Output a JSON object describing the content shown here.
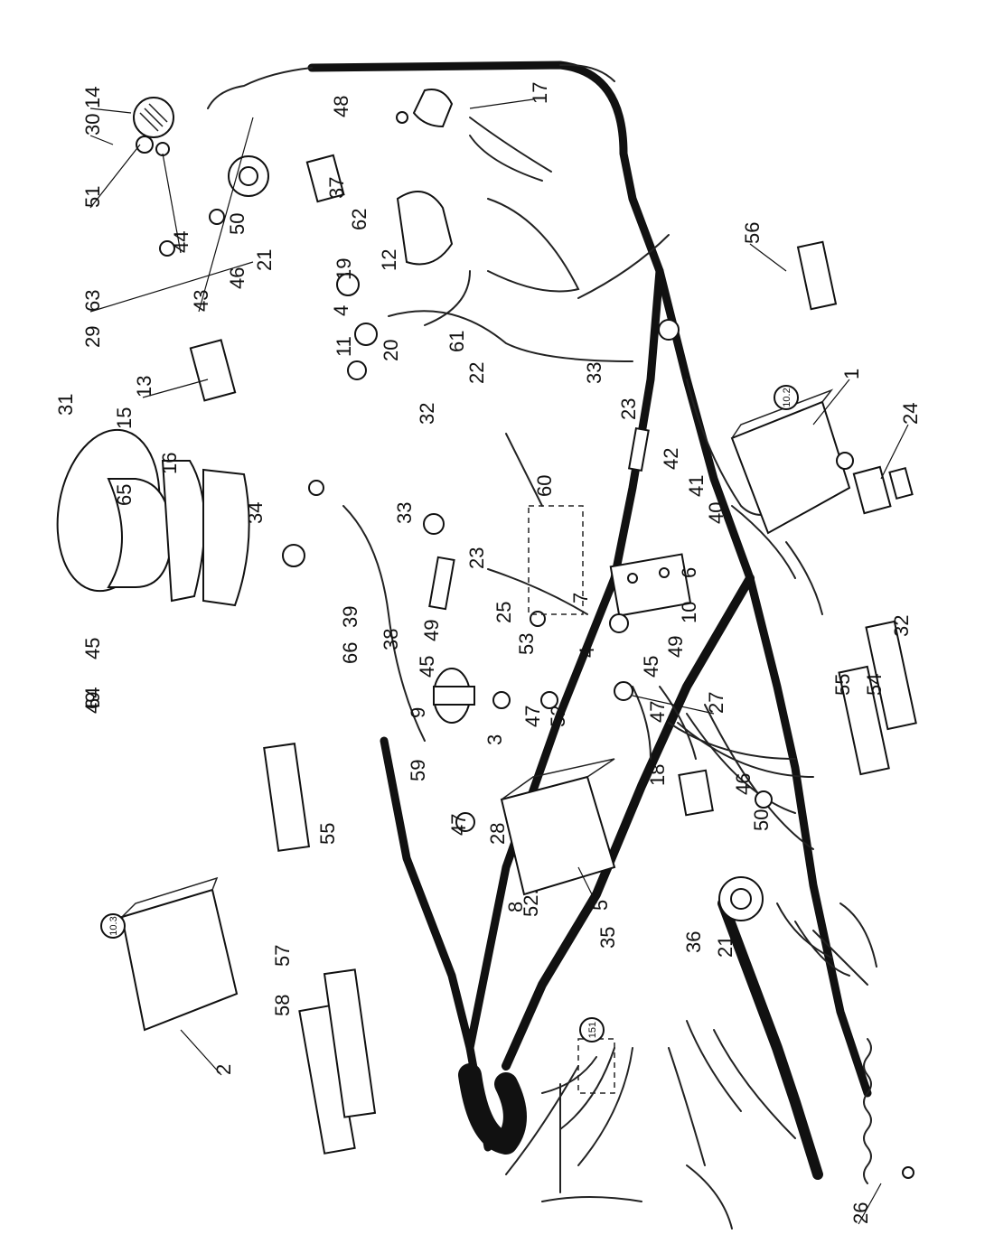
{
  "labels": {
    "l1": "1",
    "l2": "2",
    "l3": "3",
    "l4a": "4",
    "l4b": "4",
    "l5": "5",
    "l6": "6",
    "l7": "7",
    "l8": "8",
    "l9": "9",
    "l10": "10",
    "l11": "11",
    "l12": "12",
    "l13": "13",
    "l14": "14",
    "l15": "15",
    "l16": "16",
    "l17": "17",
    "l18": "18",
    "l19": "19",
    "l20": "20",
    "l21a": "21",
    "l21b": "21",
    "l22": "22",
    "l23a": "23",
    "l23b": "23",
    "l24": "24",
    "l25": "25",
    "l26": "26",
    "l27": "27",
    "l28": "28",
    "l29": "29",
    "l30": "30",
    "l31": "31",
    "l32a": "32",
    "l32b": "32",
    "l33a": "33",
    "l33b": "33",
    "l34": "34",
    "l35": "35",
    "l36": "36",
    "l37": "37",
    "l38": "38",
    "l39": "39",
    "l40": "40",
    "l41": "41",
    "l42": "42",
    "l43": "43",
    "l44": "44",
    "l45a": "45",
    "l45b": "45",
    "l45c": "45",
    "l46a": "46",
    "l46b": "46",
    "l47a": "47",
    "l47b": "47",
    "l47c": "47",
    "l48": "48",
    "l49a": "49",
    "l49b": "49",
    "l49c": "49",
    "l50a": "50",
    "l50b": "50",
    "l51": "51",
    "l52a": "52",
    "l52b": "52.",
    "l53": "53",
    "l54": "54",
    "l55a": "55",
    "l55b": "55",
    "l56": "56",
    "l57": "57",
    "l58": "58",
    "l59": "59",
    "l60": "60",
    "l61": "61",
    "l62": "62",
    "l63": "63",
    "l64": "64",
    "l65": "65",
    "l66": "66"
  },
  "references": {
    "ref102": "10.2",
    "ref103": "10.3",
    "ref151": "151"
  }
}
